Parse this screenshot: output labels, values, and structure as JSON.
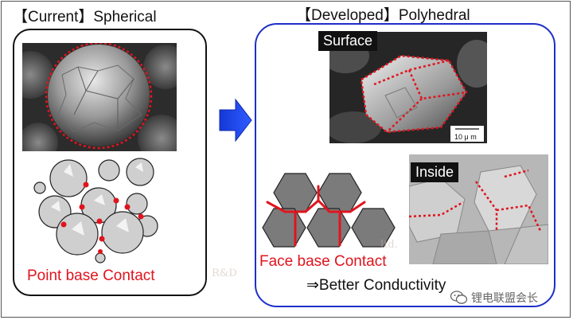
{
  "left": {
    "title": "【Current】Spherical",
    "contact_label": "Point base Contact"
  },
  "right": {
    "title": "【Developed】Polyhedral",
    "surface_label": "Surface",
    "inside_label": "Inside",
    "scale_label": "10 μ m",
    "contact_label": "Face base Contact",
    "conductivity_label": "⇒Better Conductivity"
  },
  "watermark": {
    "faint_text": "R&D",
    "faint_text_2": "ltd.",
    "brand": "锂电联盟会长"
  },
  "colors": {
    "accent_red": "#e0141e",
    "arrow_blue": "#1d3fe0",
    "panel_blue": "#1d2fc9"
  }
}
